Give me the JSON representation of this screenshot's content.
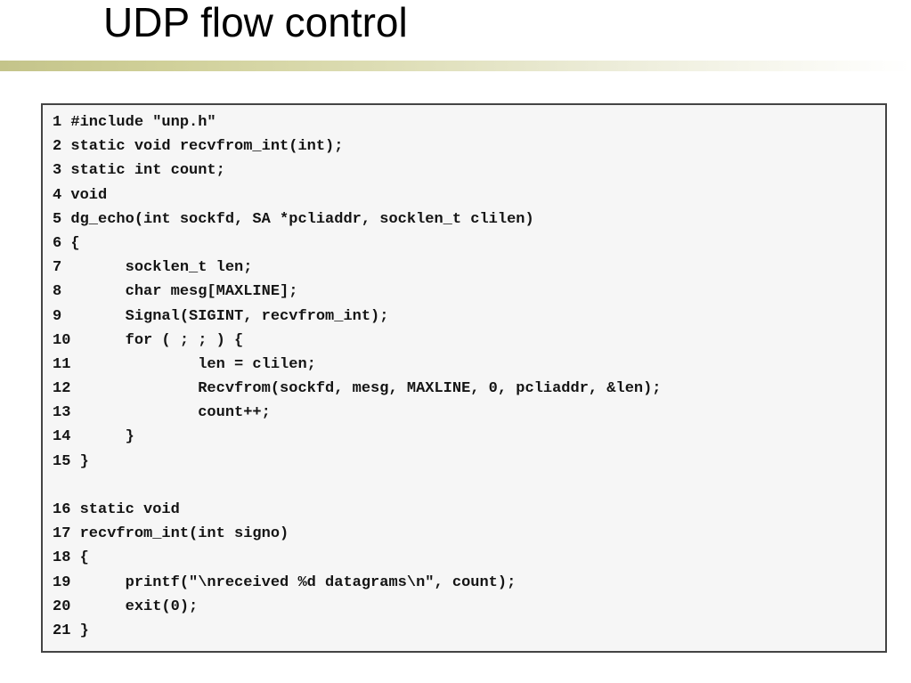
{
  "slide": {
    "title": "UDP flow control"
  },
  "code": {
    "lines": [
      "1 #include \"unp.h\"",
      "2 static void recvfrom_int(int);",
      "3 static int count;",
      "4 void",
      "5 dg_echo(int sockfd, SA *pcliaddr, socklen_t clilen)",
      "6 {",
      "7       socklen_t len;",
      "8       char mesg[MAXLINE];",
      "9       Signal(SIGINT, recvfrom_int);",
      "10      for ( ; ; ) {",
      "11              len = clilen;",
      "12              Recvfrom(sockfd, mesg, MAXLINE, 0, pcliaddr, &len);",
      "13              count++;",
      "14      }",
      "15 }",
      "",
      "16 static void",
      "17 recvfrom_int(int signo)",
      "18 {",
      "19      printf(\"\\nreceived %d datagrams\\n\", count);",
      "20      exit(0);",
      "21 }"
    ]
  }
}
